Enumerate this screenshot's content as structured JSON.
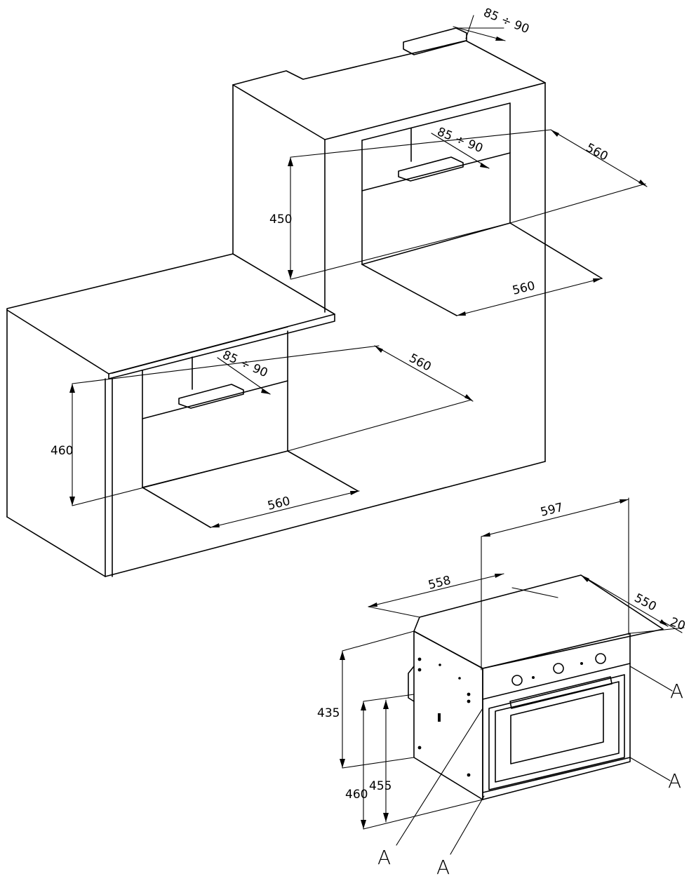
{
  "upper_cabinet": {
    "depth_gap_top": "85 ÷ 90",
    "depth_gap_inner": "85 ÷ 90",
    "niche_depth": "560",
    "niche_height": "450",
    "niche_width": "560"
  },
  "lower_cabinet": {
    "depth_gap": "85 ÷ 90",
    "niche_depth": "560",
    "niche_height": "460",
    "niche_width": "560"
  },
  "oven": {
    "width_total": "597",
    "body_width": "558",
    "body_depth": "550",
    "front_thickness": "20",
    "body_height_side": "435",
    "height_total": "460",
    "height_body": "455",
    "section_labels": [
      "A",
      "A",
      "A",
      "A"
    ]
  }
}
